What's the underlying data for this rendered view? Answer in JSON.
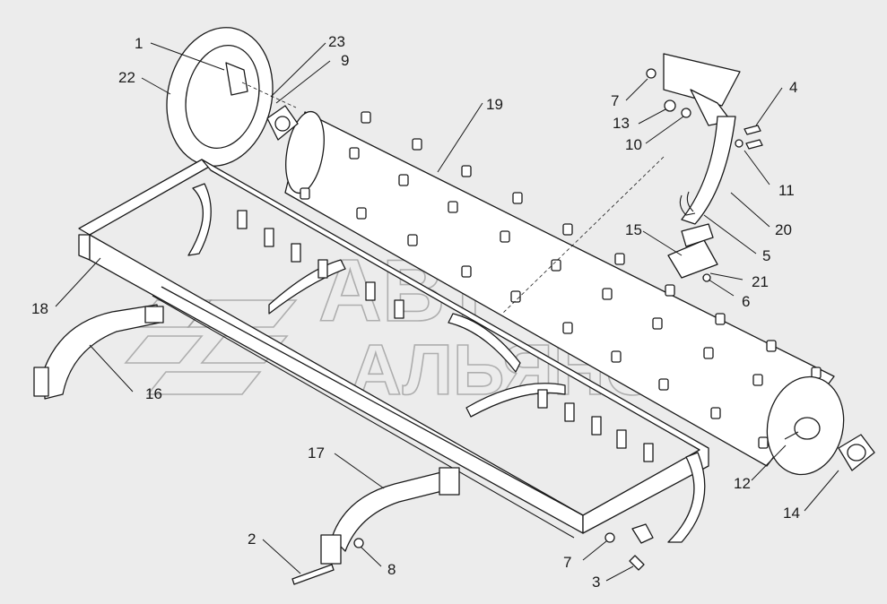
{
  "diagram": {
    "background_color": "#ececec",
    "line_color": "#1a1a1a",
    "watermark_color": "#9a9a9a",
    "callouts": [
      {
        "id": "c1",
        "label": "1"
      },
      {
        "id": "c22",
        "label": "22"
      },
      {
        "id": "c23",
        "label": "23"
      },
      {
        "id": "c9",
        "label": "9"
      },
      {
        "id": "c19",
        "label": "19"
      },
      {
        "id": "c7a",
        "label": "7"
      },
      {
        "id": "c13",
        "label": "13"
      },
      {
        "id": "c10",
        "label": "10"
      },
      {
        "id": "c4",
        "label": "4"
      },
      {
        "id": "c11",
        "label": "11"
      },
      {
        "id": "c20",
        "label": "20"
      },
      {
        "id": "c15",
        "label": "15"
      },
      {
        "id": "c5",
        "label": "5"
      },
      {
        "id": "c21",
        "label": "21"
      },
      {
        "id": "c6",
        "label": "6"
      },
      {
        "id": "c18",
        "label": "18"
      },
      {
        "id": "c16",
        "label": "16"
      },
      {
        "id": "c17",
        "label": "17"
      },
      {
        "id": "c12",
        "label": "12"
      },
      {
        "id": "c14",
        "label": "14"
      },
      {
        "id": "c2",
        "label": "2"
      },
      {
        "id": "c8",
        "label": "8"
      },
      {
        "id": "c7b",
        "label": "7"
      },
      {
        "id": "c3",
        "label": "3"
      }
    ],
    "watermark": {
      "line1": "АВТО",
      "line2": "АЛЬЯНС"
    }
  }
}
